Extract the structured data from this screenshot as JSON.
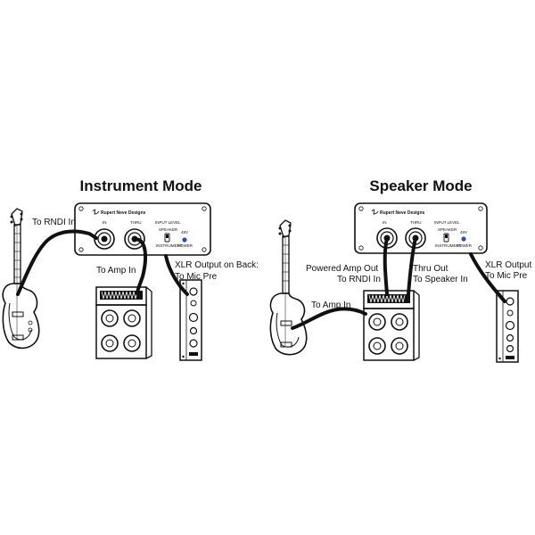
{
  "instrument_mode": {
    "title": "Instrument Mode",
    "rndi": {
      "brand": "Rupert Neve Designs",
      "in_label": "IN",
      "thru_label": "THRU",
      "input_level_label": "INPUT LEVEL",
      "speaker_label": "SPEAKER",
      "instrument_label": "INSTRUMENT",
      "v48_label": "48V",
      "power_label": "POWER"
    },
    "labels": {
      "to_rndi_in": "To RNDI In",
      "to_amp_in": "To Amp In",
      "xlr_output_line1": "XLR Output on Back:",
      "xlr_output_line2": "To Mic Pre"
    }
  },
  "speaker_mode": {
    "title": "Speaker Mode",
    "rndi": {
      "brand": "Rupert Neve Designs",
      "in_label": "IN",
      "thru_label": "THRU",
      "input_level_label": "INPUT LEVEL",
      "speaker_label": "SPEAKER",
      "instrument_label": "INSTRUMENT",
      "v48_label": "48V",
      "power_label": "POWER"
    },
    "labels": {
      "powered_amp_line1": "Powered Amp Out",
      "powered_amp_line2": "To RNDI In",
      "thru_out_line1": "Thru Out",
      "thru_out_line2": "To Speaker In",
      "to_amp_in": "To Amp In",
      "xlr_output_line1": "XLR Output",
      "xlr_output_line2": "To Mic Pre"
    }
  },
  "colors": {
    "ink": "#111111",
    "background": "#ffffff",
    "led": "#2b4fa8"
  },
  "icons": [
    "bass-guitar-icon",
    "amp-stack-icon",
    "rndi-box-icon",
    "mic-pre-module-icon",
    "xlr-cable-icon"
  ]
}
